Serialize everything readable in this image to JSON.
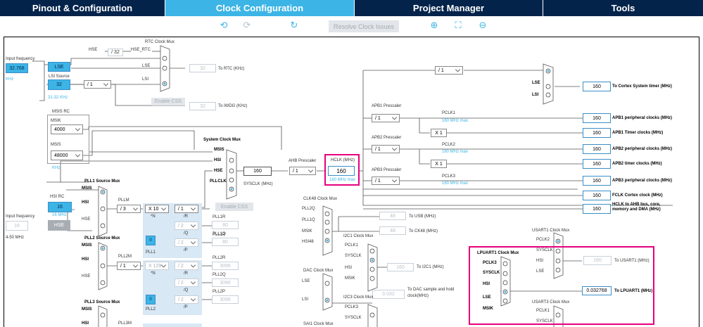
{
  "tabs": [
    {
      "label": "Pinout & Configuration"
    },
    {
      "label": "Clock Configuration"
    },
    {
      "label": "Project Manager"
    },
    {
      "label": "Tools"
    }
  ],
  "toolbar": {
    "undo_icon": "undo-icon",
    "redo_icon": "redo-icon",
    "refresh_icon": "refresh-icon",
    "resolve": "Resolve Clock Issues",
    "zoom_in_icon": "zoom-in-icon",
    "fit_icon": "fit-icon",
    "zoom_out_icon": "zoom-out-icon"
  },
  "left": {
    "input_freq_label": "Input frequency",
    "input_freq_value": "32.768",
    "input_freq_unit": "KHz",
    "lse": "LSE",
    "lsi_source": "LSI Source",
    "lsi_value": "32",
    "lsi_unit": "31-32 KHz",
    "msis_rc": "MSIS RC",
    "msik_label": "MSIK",
    "msik_value": "4000",
    "msis_label": "MSIS",
    "msis_value": "48000",
    "msis_unit": "KHz",
    "hsi_rc": "HSI RC",
    "hsi_value": "16",
    "hsi_unit": "16 MHz",
    "input_freq2_label": "Input frequency",
    "hse_value": "16",
    "hse_unit": "4-50 MHz",
    "hse": "HSE"
  },
  "rtc": {
    "title": "RTC Clock Mux",
    "hse": "HSE",
    "div": "/ 32",
    "hse_rtc": "HSE_RTC",
    "lse": "LSE",
    "lsi": "LSI",
    "value": "32",
    "to": "To RTC (KHz)",
    "css": "Enable CSS",
    "lsi_div": "/ 1",
    "iwdg_value": "32",
    "iwdg_to": "To IWDG (KHz)"
  },
  "sysmux": {
    "title": "System Clock Mux",
    "msis": "MSIS",
    "hsi": "HSI",
    "hse": "HSE",
    "pllclk": "PLLCLK",
    "sysclk_value": "160",
    "sysclk_label": "SYSCLK (MHz)",
    "css": "Enable CSS"
  },
  "pll1": {
    "src_title": "PLL1 Source Mux",
    "msis": "MSIS",
    "hsi": "HSI",
    "hse": "HSE",
    "pllm": "PLLM",
    "pllm_val": "/ 3",
    "n_val": "X 10",
    "n_lbl": "*N",
    "r_val": "/ 1",
    "r_lbl": "/R",
    "q_val": "/ 2",
    "q_lbl": "/Q",
    "p_val": "/ 2",
    "p_lbl": "/P",
    "frac": "0",
    "name": "PLL1",
    "out_r": "PLL1R",
    "out_q": "PLL1Q",
    "out_q_val": "80",
    "out_p": "PLL1P",
    "out_p_val": "80"
  },
  "pll2": {
    "src_title": "PLL2 Source Mux",
    "msis": "MSIS",
    "hsi": "HSI",
    "hse": "HSE",
    "pllm": "PLL2M",
    "pllm_val": "/ 1",
    "n_val": "X 129",
    "n_lbl": "*N",
    "r_val": "/ 2",
    "r_lbl": "/R",
    "q_val": "/ 2",
    "q_lbl": "/Q",
    "p_val": "/ 2",
    "p_lbl": "/P",
    "frac": "0",
    "name": "PLL2",
    "out_r": "PLL2R",
    "out_r_val": "3096",
    "out_q": "PLL2Q",
    "out_q_val": "3096",
    "out_p": "PLL2P",
    "out_p_val": "3096"
  },
  "pll3": {
    "src_title": "PLL3 Source Mux",
    "msis": "MSIS",
    "hsi": "HSI",
    "pllm": "PLL3M"
  },
  "ahb": {
    "label": "AHB Prescaler",
    "val": "/ 1",
    "hclk_label": "HCLK (MHz)",
    "hclk_value": "160",
    "hclk_max": "160 MHz max"
  },
  "cortex": {
    "div": "/ 1",
    "lse": "LSE",
    "lsi": "LSI",
    "value": "160",
    "to": "To Cortex System timer (MHz)"
  },
  "apb1": {
    "label": "APB1 Prescaler",
    "val": "/ 1",
    "pclk": "PCLK1",
    "max": "160 MHz max",
    "x": "X 1",
    "p_val": "160",
    "p_to": "APB1 peripheral clocks (MHz)",
    "t_val": "160",
    "t_to": "APB1 Timer clocks (MHz)"
  },
  "apb2": {
    "label": "APB2 Prescaler",
    "val": "/ 1",
    "pclk": "PCLK2",
    "max": "160 MHz max",
    "x": "X 1",
    "p_val": "160",
    "p_to": "APB2 peripheral clocks (MHz)",
    "t_val": "160",
    "t_to": "APB2 timer clocks (MHz)"
  },
  "apb3": {
    "label": "APB3 Prescaler",
    "val": "/ 1",
    "pclk": "PCLK3",
    "max": "160 MHz max",
    "p_val": "160",
    "p_to": "APB3 peripheral clocks (MHz)"
  },
  "fclk": {
    "value": "160",
    "to": "FCLK Cortex clock (MHz)"
  },
  "hclkbus": {
    "value": "160",
    "to": "HCLK to AHB bus, core, memory and DMA (MHz)"
  },
  "clk48": {
    "title": "CLK48 Clock Mux",
    "pll2q": "PLL2Q",
    "pll1q": "PLL1Q",
    "msik": "MSIK",
    "hsi48": "HSI48",
    "usb_val": "48",
    "usb_to": "To USB (MHz)",
    "ck48_val": "48",
    "ck48_to": "To CK48 (MHz)"
  },
  "i2c1": {
    "title": "I2C1 Clock Mux",
    "pclk1": "PCLK1",
    "sysclk": "SYSCLK",
    "hsi": "HSI",
    "msik": "MSIK",
    "value": "160",
    "to": "To I2C1 (MHz)"
  },
  "dac": {
    "title": "DAC Clock Mux",
    "lse": "LSE",
    "lsi": "LSI",
    "value": "0.032",
    "to": "To DAC sample and hold clock(MHz)"
  },
  "i2c3": {
    "title": "I2C3 Clock Mux",
    "pclk3": "PCLK3",
    "sysclk": "SYSCLK"
  },
  "sai1": {
    "title": "SAI1 Clock Mux"
  },
  "usart1": {
    "title": "USART1 Clock Mux",
    "pclk2": "PCLK2",
    "sysclk": "SYSCLK",
    "hsi": "HSI",
    "lse": "LSE",
    "value": "160",
    "to": "To USART1 (MHz)"
  },
  "lpuart1": {
    "title": "LPUART1 Clock Mux",
    "pclk3": "PCLK3",
    "sysclk": "SYSCLK",
    "hsi": "HSI",
    "lse": "LSE",
    "msik": "MSIK",
    "value": "0.032768",
    "to": "To LPUART1 (MHz)"
  },
  "usart3": {
    "title": "USART3 Clock Mux",
    "pclk1": "PCLK1",
    "sysclk": "SYSCLK"
  }
}
